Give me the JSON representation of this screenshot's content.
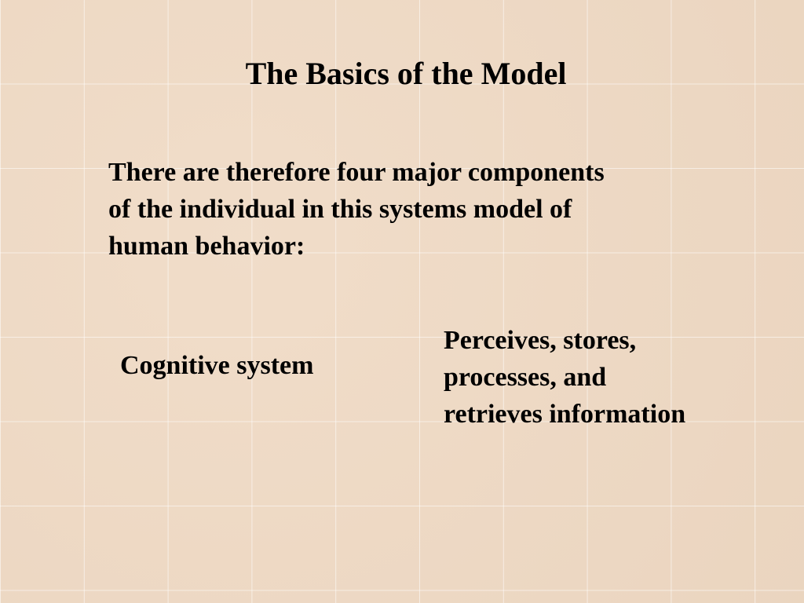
{
  "slide": {
    "title": "The Basics of the Model",
    "intro_lines": [
      "There are therefore four major components",
      "of the individual in this systems model of",
      "human behavior:"
    ],
    "term": "Cognitive system",
    "definition_lines": [
      "Perceives, stores,",
      "processes, and",
      "retrieves information"
    ]
  }
}
